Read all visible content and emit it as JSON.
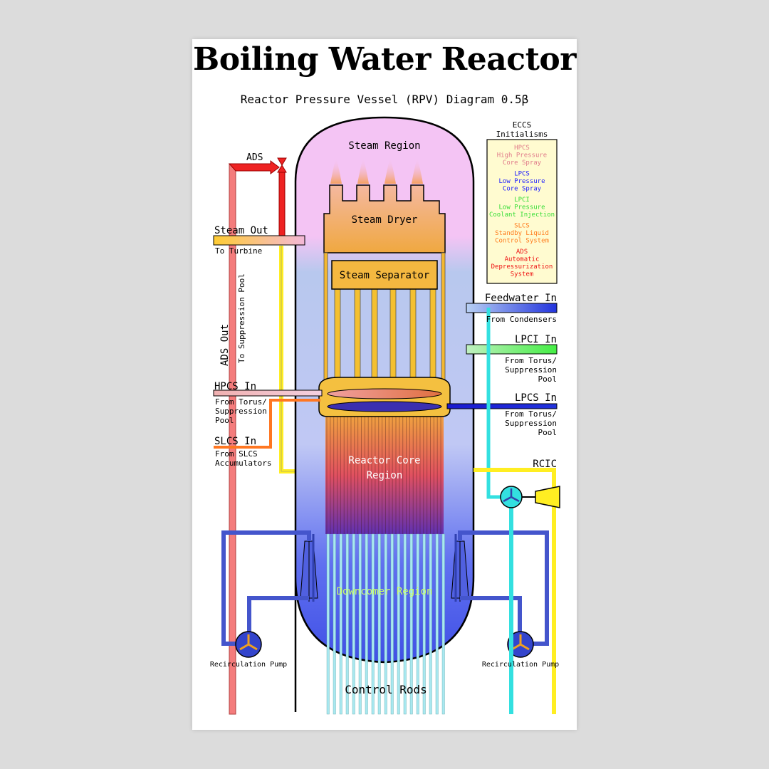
{
  "title": "Boiling Water Reactor",
  "subtitle": "Reactor Pressure Vessel (RPV) Diagram  0.5β",
  "regions": {
    "steam": "Steam Region",
    "dryer": "Steam Dryer",
    "separator": "Steam Separator",
    "core_line1": "Reactor Core",
    "core_line2": "Region",
    "downcomer": "Downcomer Region",
    "control_rods": "Control Rods"
  },
  "left_labels": {
    "ads": "ADS",
    "ads_out": "ADS Out",
    "to_suppression_pool": "To Suppression Pool",
    "steam_out": "Steam Out",
    "to_turbine": "To Turbine",
    "hpcs_in": "HPCS In",
    "hpcs_from": [
      "From Torus/",
      "Suppression",
      "Pool"
    ],
    "slcs_in": "SLCS In",
    "slcs_from": [
      "From SLCS",
      "Accumulators"
    ],
    "recirc_pump_left": "Recirculation Pump"
  },
  "right_labels": {
    "feedwater_in": "Feedwater In",
    "from_condensers": "From Condensers",
    "lpci_in": "LPCI In",
    "lpci_from": [
      "From Torus/",
      "Suppression",
      "Pool"
    ],
    "lpcs_in": "LPCS In",
    "lpcs_from": [
      "From Torus/",
      "Suppression",
      "Pool"
    ],
    "rcic": "RCIC",
    "recirc_pump_right": "Recirculation Pump"
  },
  "eccs": {
    "heading": [
      "ECCS",
      "Initialisms"
    ],
    "entries": [
      {
        "lines": [
          "HPCS",
          "High Pressure",
          "Core Spray"
        ],
        "color": "#e07a8a"
      },
      {
        "lines": [
          "LPCS",
          "Low Pressure",
          "Core Spray"
        ],
        "color": "#1a1aff"
      },
      {
        "lines": [
          "LPCI",
          "Low Pressure",
          "Coolant Injection"
        ],
        "color": "#33dd33"
      },
      {
        "lines": [
          "SLCS",
          "Standby Liquid",
          "Control System"
        ],
        "color": "#ff7a1a"
      },
      {
        "lines": [
          "ADS",
          "Automatic",
          "Depressurization",
          "System"
        ],
        "color": "#ee1111"
      }
    ]
  },
  "colors": {
    "ads": "#ee2222",
    "ads_out": "#f47c7c",
    "steam_line": "#ffee22",
    "feedwater": "#2233dd",
    "lpci": "#66ee66",
    "rcic_line": "#33e0e0",
    "recirc": "#4455cc",
    "slcs": "#ff7722",
    "hpcs": "#f0b0b0",
    "fuel": "#ffcc33"
  }
}
